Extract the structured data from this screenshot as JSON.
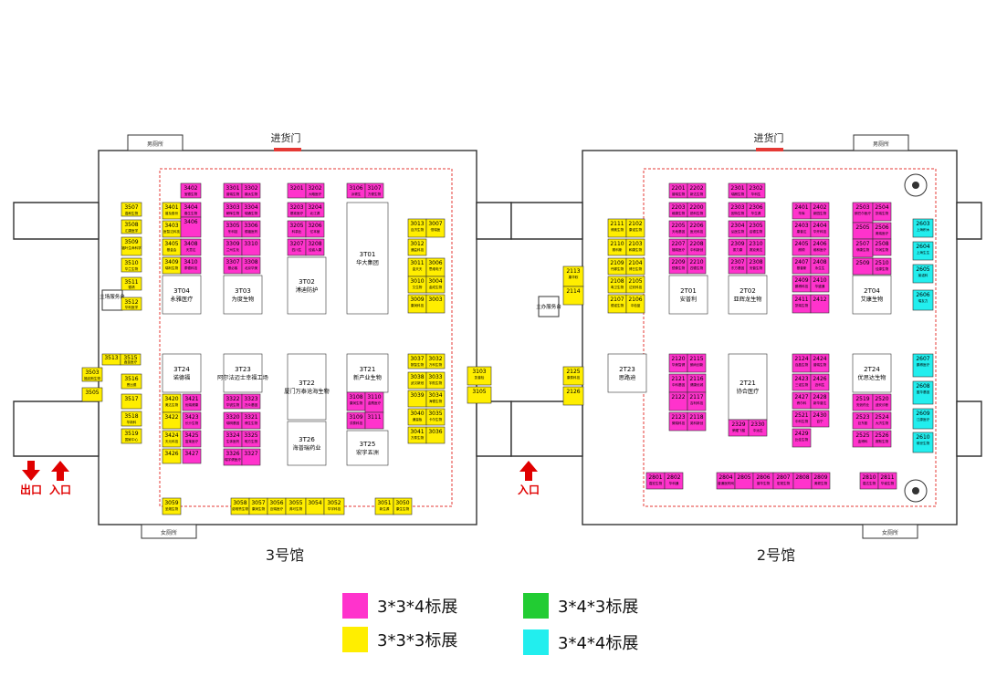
{
  "halls": {
    "hall3": {
      "name": "3号馆",
      "goods_door": "进货门",
      "restroom_top": "男厕所",
      "restroom_bottom": "女厕所",
      "service_desk": "主场服务台",
      "exit": "出口",
      "entrance": "入口"
    },
    "hall2": {
      "name": "2号馆",
      "goods_door": "进货门",
      "restroom_top": "男厕所",
      "restroom_bottom": "女厕所",
      "service_desk": "主办服务台",
      "entrance": "入口"
    }
  },
  "booth_colors": {
    "magenta": "#ff33cc",
    "yellow": "#ffee00",
    "green": "#22cc33",
    "cyan": "#22eeee",
    "white": "#ffffff"
  },
  "booths_hall3": [
    {
      "id": "3402",
      "name": "宝德生物",
      "color": "magenta"
    },
    {
      "id": "3301",
      "name": "普瑞生物",
      "color": "magenta"
    },
    {
      "id": "3302",
      "name": "鼎汰生物",
      "color": "magenta"
    },
    {
      "id": "3201",
      "name": "",
      "color": "magenta"
    },
    {
      "id": "3202",
      "name": "大略医疗",
      "color": "magenta"
    },
    {
      "id": "3106",
      "name": "派顿生",
      "color": "magenta"
    },
    {
      "id": "3107",
      "name": "方便生物",
      "color": "magenta"
    },
    {
      "id": "3507",
      "name": "嘉和生物",
      "color": "yellow"
    },
    {
      "id": "3508",
      "name": "汇康医学",
      "color": "yellow"
    },
    {
      "id": "3509",
      "name": "福叶生命科学",
      "color": "yellow"
    },
    {
      "id": "3510",
      "name": "华兰生物",
      "color": "yellow"
    },
    {
      "id": "3511",
      "name": "德靖",
      "color": "yellow"
    },
    {
      "id": "3512",
      "name": "华利医学",
      "color": "yellow"
    },
    {
      "id": "3401",
      "name": "普及股份",
      "color": "yellow"
    },
    {
      "id": "3404",
      "name": "春生生物",
      "color": "magenta"
    },
    {
      "id": "3403",
      "name": "医智达科技",
      "color": "yellow"
    },
    {
      "id": "3406",
      "name": "",
      "color": "magenta"
    },
    {
      "id": "3405",
      "name": "基金会",
      "color": "yellow"
    },
    {
      "id": "3408",
      "name": "天意达",
      "color": "magenta"
    },
    {
      "id": "3409",
      "name": "瑞利生物",
      "color": "yellow"
    },
    {
      "id": "3410",
      "name": "泰德科技",
      "color": "magenta"
    },
    {
      "id": "3303",
      "name": "朝晖生物",
      "color": "magenta"
    },
    {
      "id": "3304",
      "name": "瑞通生物",
      "color": "magenta"
    },
    {
      "id": "3305",
      "name": "冬科技",
      "color": "magenta"
    },
    {
      "id": "3306",
      "name": "德福医药",
      "color": "magenta"
    },
    {
      "id": "3309",
      "name": "兰州生化",
      "color": "magenta"
    },
    {
      "id": "3310",
      "name": "",
      "color": "magenta"
    },
    {
      "id": "3307",
      "name": "基必客",
      "color": "magenta"
    },
    {
      "id": "3308",
      "name": "北京华美",
      "color": "magenta"
    },
    {
      "id": "3203",
      "name": "基准医疗",
      "color": "magenta"
    },
    {
      "id": "3204",
      "name": "北江源",
      "color": "magenta"
    },
    {
      "id": "3205",
      "name": "科慕比",
      "color": "magenta"
    },
    {
      "id": "3206",
      "name": "亿本营",
      "color": "magenta"
    },
    {
      "id": "3207",
      "name": "四川生",
      "color": "magenta"
    },
    {
      "id": "3208",
      "name": "佳诚人康",
      "color": "magenta"
    },
    {
      "id": "3T01",
      "name": "华大集团",
      "color": "white"
    },
    {
      "id": "3013",
      "name": "百济生物",
      "color": "yellow"
    },
    {
      "id": "3007",
      "name": "恒瑞医",
      "color": "yellow"
    },
    {
      "id": "3012",
      "name": "通益科技",
      "color": "yellow"
    },
    {
      "id": "3011",
      "name": "金天天",
      "color": "yellow"
    },
    {
      "id": "3006",
      "name": "思维电子",
      "color": "yellow"
    },
    {
      "id": "3010",
      "name": "艾生物",
      "color": "yellow"
    },
    {
      "id": "3004",
      "name": "金成生物",
      "color": "yellow"
    },
    {
      "id": "3009",
      "name": "康润科技",
      "color": "yellow"
    },
    {
      "id": "3003",
      "name": "",
      "color": "yellow"
    },
    {
      "id": "3T04",
      "name": "永雅医疗",
      "color": "white"
    },
    {
      "id": "3T03",
      "name": "为度生物",
      "color": "white"
    },
    {
      "id": "3T02",
      "name": "溥迪防护",
      "color": "white"
    },
    {
      "id": "3513",
      "name": "",
      "color": "yellow"
    },
    {
      "id": "3515",
      "name": "鑫苗医疗",
      "color": "yellow"
    },
    {
      "id": "3503",
      "name": "福克斯生物",
      "color": "yellow"
    },
    {
      "id": "3516",
      "name": "恩比德",
      "color": "yellow"
    },
    {
      "id": "3505",
      "name": "",
      "color": "yellow"
    },
    {
      "id": "3517",
      "name": "",
      "color": "yellow"
    },
    {
      "id": "3518",
      "name": "华新科",
      "color": "yellow"
    },
    {
      "id": "3519",
      "name": "国家中心",
      "color": "yellow"
    },
    {
      "id": "3T24",
      "name": "诺德福",
      "color": "white"
    },
    {
      "id": "3T23",
      "name": "阿尔法迈士幸福工场",
      "color": "white"
    },
    {
      "id": "3T22",
      "name": "厦门万泰沧海生物",
      "color": "white"
    },
    {
      "id": "3T21",
      "name": "新产业生物",
      "color": "white"
    },
    {
      "id": "3420",
      "name": "奥达生物",
      "color": "yellow"
    },
    {
      "id": "3421",
      "name": "优瑞健康",
      "color": "magenta"
    },
    {
      "id": "3422",
      "name": "",
      "color": "yellow"
    },
    {
      "id": "3423",
      "name": "长沙生物",
      "color": "magenta"
    },
    {
      "id": "3424",
      "name": "天元科技",
      "color": "yellow"
    },
    {
      "id": "3425",
      "name": "富莱医疗",
      "color": "magenta"
    },
    {
      "id": "3426",
      "name": "",
      "color": "yellow"
    },
    {
      "id": "3427",
      "name": "",
      "color": "magenta"
    },
    {
      "id": "3322",
      "name": "华锐生物",
      "color": "magenta"
    },
    {
      "id": "3323",
      "name": "万众基因",
      "color": "magenta"
    },
    {
      "id": "3320",
      "name": "瑞明基因",
      "color": "magenta"
    },
    {
      "id": "3321",
      "name": "博生生物",
      "color": "magenta"
    },
    {
      "id": "3324",
      "name": "生体医药",
      "color": "magenta"
    },
    {
      "id": "3325",
      "name": "唯方生物",
      "color": "magenta"
    },
    {
      "id": "3326",
      "name": "瑞宇健医疗",
      "color": "magenta"
    },
    {
      "id": "3327",
      "name": "",
      "color": "magenta"
    },
    {
      "id": "3T26",
      "name": "海普瑞药业",
      "color": "white"
    },
    {
      "id": "3108",
      "name": "康润生物",
      "color": "magenta"
    },
    {
      "id": "3110",
      "name": "金鹰医疗",
      "color": "magenta"
    },
    {
      "id": "3109",
      "name": "洪泰科技",
      "color": "magenta"
    },
    {
      "id": "3111",
      "name": "",
      "color": "magenta"
    },
    {
      "id": "3T25",
      "name": "宏宇五洲",
      "color": "white"
    },
    {
      "id": "3037",
      "name": "数智生物",
      "color": "yellow"
    },
    {
      "id": "3032",
      "name": "万科生物",
      "color": "yellow"
    },
    {
      "id": "3038",
      "name": "武汉新冠",
      "color": "yellow"
    },
    {
      "id": "3033",
      "name": "宇航生物",
      "color": "yellow"
    },
    {
      "id": "3039",
      "name": "",
      "color": "yellow"
    },
    {
      "id": "3034",
      "name": "海德生物",
      "color": "yellow"
    },
    {
      "id": "3040",
      "name": "通量板",
      "color": "yellow"
    },
    {
      "id": "3035",
      "name": "卡尔生物",
      "color": "yellow"
    },
    {
      "id": "3041",
      "name": "方泰生物",
      "color": "yellow"
    },
    {
      "id": "3036",
      "name": "",
      "color": "yellow"
    },
    {
      "id": "3103",
      "name": "凯普检",
      "color": "yellow"
    },
    {
      "id": "3105",
      "name": "",
      "color": "yellow"
    },
    {
      "id": "3059",
      "name": "圣湘生物",
      "color": "yellow"
    },
    {
      "id": "3058",
      "name": "诺唯赞生物",
      "color": "yellow"
    },
    {
      "id": "3057",
      "name": "康润生物",
      "color": "yellow"
    },
    {
      "id": "3056",
      "name": "迈瑞医疗",
      "color": "yellow"
    },
    {
      "id": "3055",
      "name": "弗可生物",
      "color": "yellow"
    },
    {
      "id": "3054",
      "name": "",
      "color": "yellow"
    },
    {
      "id": "3052",
      "name": "华宇科技",
      "color": "yellow"
    },
    {
      "id": "3051",
      "name": "新生源",
      "color": "yellow"
    },
    {
      "id": "3050",
      "name": "康生生物",
      "color": "yellow"
    }
  ],
  "booths_hall2": [
    {
      "id": "2201",
      "name": "普瑞生物",
      "color": "magenta"
    },
    {
      "id": "2202",
      "name": "新达生物",
      "color": "magenta"
    },
    {
      "id": "2301",
      "name": "瑞朗生物",
      "color": "magenta"
    },
    {
      "id": "2302",
      "name": "华科生",
      "color": "magenta"
    },
    {
      "id": "2203",
      "name": "维康生物",
      "color": "magenta"
    },
    {
      "id": "2200",
      "name": "锐科生物",
      "color": "magenta"
    },
    {
      "id": "2303",
      "name": "因特生物",
      "color": "magenta"
    },
    {
      "id": "2306",
      "name": "华生源",
      "color": "magenta"
    },
    {
      "id": "2205",
      "name": "天地基因",
      "color": "magenta"
    },
    {
      "id": "2206",
      "name": "医光科技",
      "color": "magenta"
    },
    {
      "id": "2304",
      "name": "弘医生物",
      "color": "magenta"
    },
    {
      "id": "2305",
      "name": "启德生物",
      "color": "magenta"
    },
    {
      "id": "2207",
      "name": "福瑞医疗",
      "color": "magenta"
    },
    {
      "id": "2208",
      "name": "中科新创",
      "color": "magenta"
    },
    {
      "id": "2309",
      "name": "振力康",
      "color": "magenta"
    },
    {
      "id": "2310",
      "name": "赛克美达",
      "color": "magenta"
    },
    {
      "id": "2209",
      "name": "镜像生物",
      "color": "magenta"
    },
    {
      "id": "2210",
      "name": "四德生物",
      "color": "magenta"
    },
    {
      "id": "2307",
      "name": "东方基因",
      "color": "magenta"
    },
    {
      "id": "2308",
      "name": "安普生物",
      "color": "magenta"
    },
    {
      "id": "2111",
      "name": "博奥生物",
      "color": "yellow"
    },
    {
      "id": "2102",
      "name": "康诺生物",
      "color": "yellow"
    },
    {
      "id": "2110",
      "name": "赛科斯",
      "color": "yellow"
    },
    {
      "id": "2103",
      "name": "和康生物",
      "color": "yellow"
    },
    {
      "id": "2109",
      "name": "丹娜生物",
      "color": "yellow"
    },
    {
      "id": "2104",
      "name": "博日生物",
      "color": "yellow"
    },
    {
      "id": "2108",
      "name": "粤卫生物",
      "color": "yellow"
    },
    {
      "id": "2105",
      "name": "达安科技",
      "color": "yellow"
    },
    {
      "id": "2107",
      "name": "德诺生物",
      "color": "yellow"
    },
    {
      "id": "2106",
      "name": "中检蓝",
      "color": "yellow"
    },
    {
      "id": "2113",
      "name": "康华软",
      "color": "yellow"
    },
    {
      "id": "2114",
      "name": "",
      "color": "yellow"
    },
    {
      "id": "2T01",
      "name": "安普利",
      "color": "white"
    },
    {
      "id": "2T02",
      "name": "亚辉龙生物",
      "color": "white"
    },
    {
      "id": "2401",
      "name": "华库",
      "color": "magenta"
    },
    {
      "id": "2402",
      "name": "新园生物",
      "color": "magenta"
    },
    {
      "id": "2403",
      "name": "康普达",
      "color": "magenta"
    },
    {
      "id": "2404",
      "name": "华开科技",
      "color": "magenta"
    },
    {
      "id": "2405",
      "name": "朗顿",
      "color": "magenta"
    },
    {
      "id": "2406",
      "name": "维和医疗",
      "color": "magenta"
    },
    {
      "id": "2407",
      "name": "基普斯",
      "color": "magenta"
    },
    {
      "id": "2408",
      "name": "永生生",
      "color": "magenta"
    },
    {
      "id": "2409",
      "name": "鹏博科技",
      "color": "magenta"
    },
    {
      "id": "2410",
      "name": "华盛通",
      "color": "magenta"
    },
    {
      "id": "2411",
      "name": "凯瑞生物",
      "color": "magenta"
    },
    {
      "id": "2412",
      "name": "",
      "color": "magenta"
    },
    {
      "id": "2503",
      "name": "朗巴尔医疗",
      "color": "magenta"
    },
    {
      "id": "2504",
      "name": "凯瑞生物",
      "color": "magenta"
    },
    {
      "id": "2505",
      "name": "",
      "color": "magenta"
    },
    {
      "id": "2506",
      "name": "奥瑞医疗",
      "color": "magenta"
    },
    {
      "id": "2507",
      "name": "菲康生物",
      "color": "magenta"
    },
    {
      "id": "2508",
      "name": "华润生物",
      "color": "magenta"
    },
    {
      "id": "2509",
      "name": "",
      "color": "magenta"
    },
    {
      "id": "2510",
      "name": "佳源生物",
      "color": "magenta"
    },
    {
      "id": "2T04",
      "name": "艾康生物",
      "color": "white"
    },
    {
      "id": "2603",
      "name": "上海积木",
      "color": "cyan"
    },
    {
      "id": "2604",
      "name": "上海生生",
      "color": "cyan"
    },
    {
      "id": "2605",
      "name": "莱诺科",
      "color": "cyan"
    },
    {
      "id": "2606",
      "name": "瑞友力",
      "color": "cyan"
    },
    {
      "id": "2T23",
      "name": "思路迪",
      "color": "white"
    },
    {
      "id": "2120",
      "name": "华美智健",
      "color": "magenta"
    },
    {
      "id": "2115",
      "name": "朗尚创新",
      "color": "magenta"
    },
    {
      "id": "2121",
      "name": "中科基因",
      "color": "magenta"
    },
    {
      "id": "2116",
      "name": "健康优城",
      "color": "magenta"
    },
    {
      "id": "2122",
      "name": "",
      "color": "magenta"
    },
    {
      "id": "2117",
      "name": "吉利科技",
      "color": "magenta"
    },
    {
      "id": "2123",
      "name": "微瑞科技",
      "color": "magenta"
    },
    {
      "id": "2118",
      "name": "英科新创",
      "color": "magenta"
    },
    {
      "id": "2T21",
      "name": "协合医疗",
      "color": "white"
    },
    {
      "id": "2329",
      "name": "荣耀飞骏",
      "color": "magenta"
    },
    {
      "id": "2330",
      "name": "中远达",
      "color": "magenta"
    },
    {
      "id": "2124",
      "name": "百晶生物",
      "color": "magenta"
    },
    {
      "id": "2424",
      "name": "普瑞生物",
      "color": "magenta"
    },
    {
      "id": "2423",
      "name": "三诺生物",
      "color": "magenta"
    },
    {
      "id": "2426",
      "name": "迈科生",
      "color": "magenta"
    },
    {
      "id": "2427",
      "name": "睿尔科",
      "color": "magenta"
    },
    {
      "id": "2428",
      "name": "新华普达",
      "color": "magenta"
    },
    {
      "id": "2521",
      "name": "中科生物",
      "color": "magenta"
    },
    {
      "id": "2430",
      "name": "百宁",
      "color": "magenta"
    },
    {
      "id": "2429",
      "name": "比佳生物",
      "color": "magenta"
    },
    {
      "id": "2T24",
      "name": "优思达生物",
      "color": "white"
    },
    {
      "id": "2519",
      "name": "安浪药业",
      "color": "magenta"
    },
    {
      "id": "2520",
      "name": "迪安诊断",
      "color": "magenta"
    },
    {
      "id": "2523",
      "name": "巨东股",
      "color": "magenta"
    },
    {
      "id": "2524",
      "name": "大济生物",
      "color": "magenta"
    },
    {
      "id": "2525",
      "name": "金博科",
      "color": "magenta"
    },
    {
      "id": "2526",
      "name": "赛默生物",
      "color": "magenta"
    },
    {
      "id": "2607",
      "name": "鹏博医疗",
      "color": "cyan"
    },
    {
      "id": "2608",
      "name": "盈华基因",
      "color": "cyan"
    },
    {
      "id": "2609",
      "name": "江源医疗",
      "color": "cyan"
    },
    {
      "id": "2610",
      "name": "硕世生物",
      "color": "cyan"
    },
    {
      "id": "2125",
      "name": "康泰科技",
      "color": "yellow"
    },
    {
      "id": "2126",
      "name": "",
      "color": "yellow"
    },
    {
      "id": "2801",
      "name": "嘉宏生物",
      "color": "magenta"
    },
    {
      "id": "2802",
      "name": "华科通",
      "color": "magenta"
    },
    {
      "id": "2804",
      "name": "普通医药网",
      "color": "magenta"
    },
    {
      "id": "2805",
      "name": "",
      "color": "magenta"
    },
    {
      "id": "2806",
      "name": "普华生物",
      "color": "magenta"
    },
    {
      "id": "2807",
      "name": "宏观生物",
      "color": "magenta"
    },
    {
      "id": "2808",
      "name": "",
      "color": "magenta"
    },
    {
      "id": "2809",
      "name": "奥顿生物",
      "color": "magenta"
    },
    {
      "id": "2810",
      "name": "嘉达生物",
      "color": "magenta"
    },
    {
      "id": "2811",
      "name": "华诚生物",
      "color": "magenta"
    }
  ],
  "legend": [
    {
      "label": "3*3*4标展",
      "color": "#ff33cc"
    },
    {
      "label": "3*4*3标展",
      "color": "#22cc33"
    },
    {
      "label": "3*3*3标展",
      "color": "#ffee00"
    },
    {
      "label": "3*4*4标展",
      "color": "#22eeee"
    }
  ]
}
